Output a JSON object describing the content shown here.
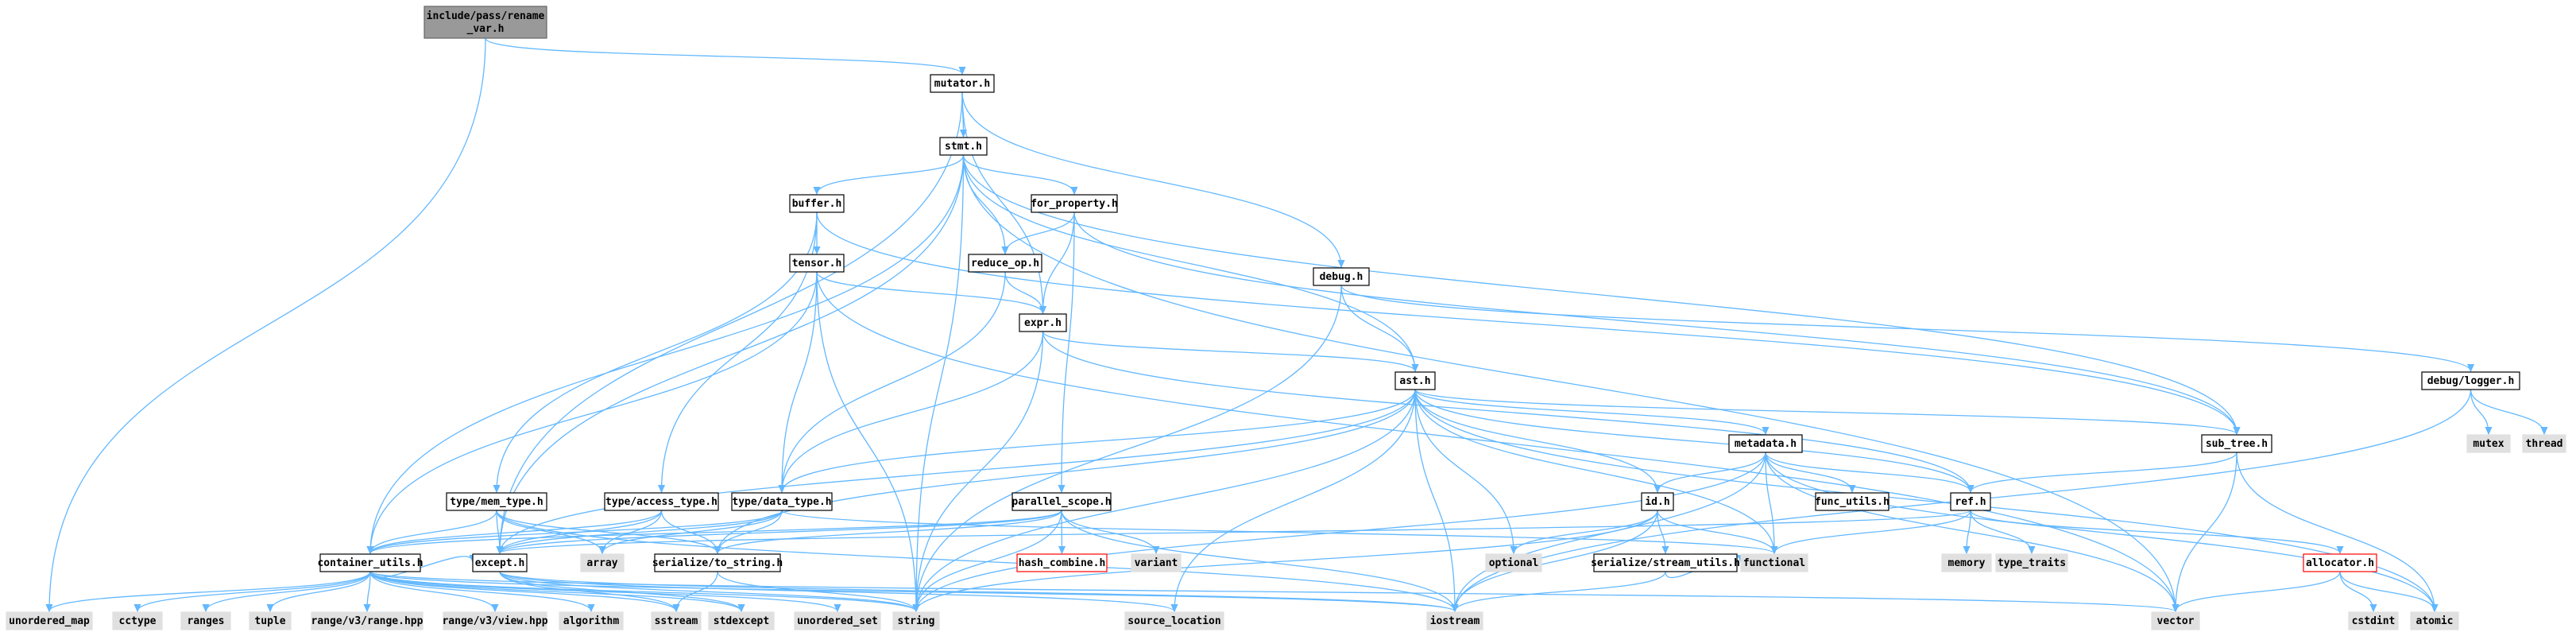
{
  "graph": {
    "colors": {
      "root_fill": "#999999",
      "file_fill": "#ffffff",
      "file_stroke": "#000000",
      "system_fill": "#e0e0e0",
      "system_stroke": "#e0e0e0",
      "broken_stroke": "#ff0000",
      "edge": "#63b8ff"
    },
    "nodes": [
      {
        "id": "root",
        "kind": "root",
        "label": [
          "include/pass/rename",
          "_var.h"
        ]
      },
      {
        "id": "mutator",
        "kind": "file",
        "label": [
          "mutator.h"
        ]
      },
      {
        "id": "stmt",
        "kind": "file",
        "label": [
          "stmt.h"
        ]
      },
      {
        "id": "buffer",
        "kind": "file",
        "label": [
          "buffer.h"
        ]
      },
      {
        "id": "for_property",
        "kind": "file",
        "label": [
          "for_property.h"
        ]
      },
      {
        "id": "tensor",
        "kind": "file",
        "label": [
          "tensor.h"
        ]
      },
      {
        "id": "reduce_op",
        "kind": "file",
        "label": [
          "reduce_op.h"
        ]
      },
      {
        "id": "expr",
        "kind": "file",
        "label": [
          "expr.h"
        ]
      },
      {
        "id": "debug",
        "kind": "file",
        "label": [
          "debug.h"
        ]
      },
      {
        "id": "debug_logger",
        "kind": "file",
        "label": [
          "debug/logger.h"
        ]
      },
      {
        "id": "ast",
        "kind": "file",
        "label": [
          "ast.h"
        ]
      },
      {
        "id": "metadata",
        "kind": "file",
        "label": [
          "metadata.h"
        ]
      },
      {
        "id": "sub_tree",
        "kind": "file",
        "label": [
          "sub_tree.h"
        ]
      },
      {
        "id": "mutex",
        "kind": "system",
        "label": [
          "mutex"
        ]
      },
      {
        "id": "thread",
        "kind": "system",
        "label": [
          "thread"
        ]
      },
      {
        "id": "mem_type",
        "kind": "file",
        "label": [
          "type/mem_type.h"
        ]
      },
      {
        "id": "access_type",
        "kind": "file",
        "label": [
          "type/access_type.h"
        ]
      },
      {
        "id": "data_type",
        "kind": "file",
        "label": [
          "type/data_type.h"
        ]
      },
      {
        "id": "parallel_scope",
        "kind": "file",
        "label": [
          "parallel_scope.h"
        ]
      },
      {
        "id": "id",
        "kind": "file",
        "label": [
          "id.h"
        ]
      },
      {
        "id": "func_utils",
        "kind": "file",
        "label": [
          "func_utils.h"
        ]
      },
      {
        "id": "ref",
        "kind": "file",
        "label": [
          "ref.h"
        ]
      },
      {
        "id": "container_utils",
        "kind": "file",
        "label": [
          "container_utils.h"
        ]
      },
      {
        "id": "except",
        "kind": "file",
        "label": [
          "except.h"
        ]
      },
      {
        "id": "array",
        "kind": "system",
        "label": [
          "array"
        ]
      },
      {
        "id": "to_string",
        "kind": "file",
        "label": [
          "serialize/to_string.h"
        ]
      },
      {
        "id": "hash_combine",
        "kind": "broken",
        "label": [
          "hash_combine.h"
        ]
      },
      {
        "id": "variant",
        "kind": "system",
        "label": [
          "variant"
        ]
      },
      {
        "id": "optional",
        "kind": "system",
        "label": [
          "optional"
        ]
      },
      {
        "id": "stream_utils",
        "kind": "file",
        "label": [
          "serialize/stream_utils.h"
        ]
      },
      {
        "id": "functional",
        "kind": "system",
        "label": [
          "functional"
        ]
      },
      {
        "id": "memory",
        "kind": "system",
        "label": [
          "memory"
        ]
      },
      {
        "id": "type_traits",
        "kind": "system",
        "label": [
          "type_traits"
        ]
      },
      {
        "id": "allocator",
        "kind": "broken",
        "label": [
          "allocator.h"
        ]
      },
      {
        "id": "unordered_map",
        "kind": "system",
        "label": [
          "unordered_map"
        ]
      },
      {
        "id": "cctype",
        "kind": "system",
        "label": [
          "cctype"
        ]
      },
      {
        "id": "ranges",
        "kind": "system",
        "label": [
          "ranges"
        ]
      },
      {
        "id": "tuple",
        "kind": "system",
        "label": [
          "tuple"
        ]
      },
      {
        "id": "range_v3_range",
        "kind": "system",
        "label": [
          "range/v3/range.hpp"
        ]
      },
      {
        "id": "range_v3_view",
        "kind": "system",
        "label": [
          "range/v3/view.hpp"
        ]
      },
      {
        "id": "algorithm",
        "kind": "system",
        "label": [
          "algorithm"
        ]
      },
      {
        "id": "sstream",
        "kind": "system",
        "label": [
          "sstream"
        ]
      },
      {
        "id": "stdexcept",
        "kind": "system",
        "label": [
          "stdexcept"
        ]
      },
      {
        "id": "unordered_set",
        "kind": "system",
        "label": [
          "unordered_set"
        ]
      },
      {
        "id": "string",
        "kind": "system",
        "label": [
          "string"
        ]
      },
      {
        "id": "source_location",
        "kind": "system",
        "label": [
          "source_location"
        ]
      },
      {
        "id": "iostream",
        "kind": "system",
        "label": [
          "iostream"
        ]
      },
      {
        "id": "vector",
        "kind": "system",
        "label": [
          "vector"
        ]
      },
      {
        "id": "cstdint",
        "kind": "system",
        "label": [
          "cstdint"
        ]
      },
      {
        "id": "atomic",
        "kind": "system",
        "label": [
          "atomic"
        ]
      }
    ],
    "edges": [
      [
        "root",
        "mutator"
      ],
      [
        "root",
        "unordered_map"
      ],
      [
        "mutator",
        "stmt"
      ],
      [
        "mutator",
        "expr"
      ],
      [
        "mutator",
        "debug"
      ],
      [
        "mutator",
        "except"
      ],
      [
        "stmt",
        "buffer"
      ],
      [
        "stmt",
        "for_property"
      ],
      [
        "stmt",
        "reduce_op"
      ],
      [
        "stmt",
        "ast"
      ],
      [
        "stmt",
        "container_utils"
      ],
      [
        "stmt",
        "except"
      ],
      [
        "stmt",
        "string"
      ],
      [
        "stmt",
        "vector"
      ],
      [
        "stmt",
        "sub_tree"
      ],
      [
        "buffer",
        "tensor"
      ],
      [
        "buffer",
        "mem_type"
      ],
      [
        "buffer",
        "access_type"
      ],
      [
        "buffer",
        "sub_tree"
      ],
      [
        "for_property",
        "reduce_op"
      ],
      [
        "for_property",
        "expr"
      ],
      [
        "for_property",
        "parallel_scope"
      ],
      [
        "for_property",
        "sub_tree"
      ],
      [
        "tensor",
        "expr"
      ],
      [
        "tensor",
        "data_type"
      ],
      [
        "tensor",
        "container_utils"
      ],
      [
        "tensor",
        "string"
      ],
      [
        "tensor",
        "vector"
      ],
      [
        "reduce_op",
        "expr"
      ],
      [
        "reduce_op",
        "data_type"
      ],
      [
        "expr",
        "ast"
      ],
      [
        "expr",
        "data_type"
      ],
      [
        "expr",
        "string"
      ],
      [
        "expr",
        "ref"
      ],
      [
        "debug",
        "ast"
      ],
      [
        "debug",
        "debug_logger"
      ],
      [
        "debug",
        "string"
      ],
      [
        "debug_logger",
        "mutex"
      ],
      [
        "debug_logger",
        "thread"
      ],
      [
        "debug_logger",
        "iostream"
      ],
      [
        "ast",
        "metadata"
      ],
      [
        "ast",
        "sub_tree"
      ],
      [
        "ast",
        "data_type"
      ],
      [
        "ast",
        "id"
      ],
      [
        "ast",
        "ref"
      ],
      [
        "ast",
        "except"
      ],
      [
        "ast",
        "optional"
      ],
      [
        "ast",
        "functional"
      ],
      [
        "ast",
        "source_location"
      ],
      [
        "ast",
        "iostream"
      ],
      [
        "ast",
        "string"
      ],
      [
        "ast",
        "atomic"
      ],
      [
        "ast",
        "to_string"
      ],
      [
        "metadata",
        "id"
      ],
      [
        "metadata",
        "func_utils"
      ],
      [
        "metadata",
        "ref"
      ],
      [
        "metadata",
        "functional"
      ],
      [
        "metadata",
        "iostream"
      ],
      [
        "metadata",
        "vector"
      ],
      [
        "metadata",
        "string"
      ],
      [
        "metadata",
        "atomic"
      ],
      [
        "sub_tree",
        "ref"
      ],
      [
        "sub_tree",
        "vector"
      ],
      [
        "sub_tree",
        "atomic"
      ],
      [
        "mem_type",
        "container_utils"
      ],
      [
        "mem_type",
        "except"
      ],
      [
        "mem_type",
        "array"
      ],
      [
        "mem_type",
        "to_string"
      ],
      [
        "mem_type",
        "iostream"
      ],
      [
        "access_type",
        "container_utils"
      ],
      [
        "access_type",
        "except"
      ],
      [
        "access_type",
        "array"
      ],
      [
        "access_type",
        "to_string"
      ],
      [
        "data_type",
        "container_utils"
      ],
      [
        "data_type",
        "except"
      ],
      [
        "data_type",
        "to_string"
      ],
      [
        "data_type",
        "functional"
      ],
      [
        "data_type",
        "array"
      ],
      [
        "parallel_scope",
        "container_utils"
      ],
      [
        "parallel_scope",
        "except"
      ],
      [
        "parallel_scope",
        "hash_combine"
      ],
      [
        "parallel_scope",
        "variant"
      ],
      [
        "parallel_scope",
        "to_string"
      ],
      [
        "parallel_scope",
        "string"
      ],
      [
        "parallel_scope",
        "iostream"
      ],
      [
        "id",
        "functional"
      ],
      [
        "id",
        "optional"
      ],
      [
        "id",
        "stream_utils"
      ],
      [
        "id",
        "iostream"
      ],
      [
        "id",
        "string"
      ],
      [
        "ref",
        "memory"
      ],
      [
        "ref",
        "type_traits"
      ],
      [
        "ref",
        "allocator"
      ],
      [
        "ref",
        "except"
      ],
      [
        "ref",
        "functional"
      ],
      [
        "allocator",
        "cstdint"
      ],
      [
        "allocator",
        "atomic"
      ],
      [
        "allocator",
        "vector"
      ],
      [
        "container_utils",
        "unordered_map"
      ],
      [
        "container_utils",
        "cctype"
      ],
      [
        "container_utils",
        "ranges"
      ],
      [
        "container_utils",
        "tuple"
      ],
      [
        "container_utils",
        "range_v3_range"
      ],
      [
        "container_utils",
        "range_v3_view"
      ],
      [
        "container_utils",
        "algorithm"
      ],
      [
        "container_utils",
        "sstream"
      ],
      [
        "container_utils",
        "stdexcept"
      ],
      [
        "container_utils",
        "unordered_set"
      ],
      [
        "container_utils",
        "string"
      ],
      [
        "container_utils",
        "iostream"
      ],
      [
        "container_utils",
        "vector"
      ],
      [
        "container_utils",
        "except"
      ],
      [
        "except",
        "string"
      ],
      [
        "except",
        "stdexcept"
      ],
      [
        "except",
        "source_location"
      ],
      [
        "except",
        "iostream"
      ],
      [
        "except",
        "sstream"
      ],
      [
        "to_string",
        "sstream"
      ],
      [
        "to_string",
        "string"
      ],
      [
        "stream_utils",
        "iostream"
      ],
      [
        "stream_utils",
        "functional"
      ]
    ]
  }
}
